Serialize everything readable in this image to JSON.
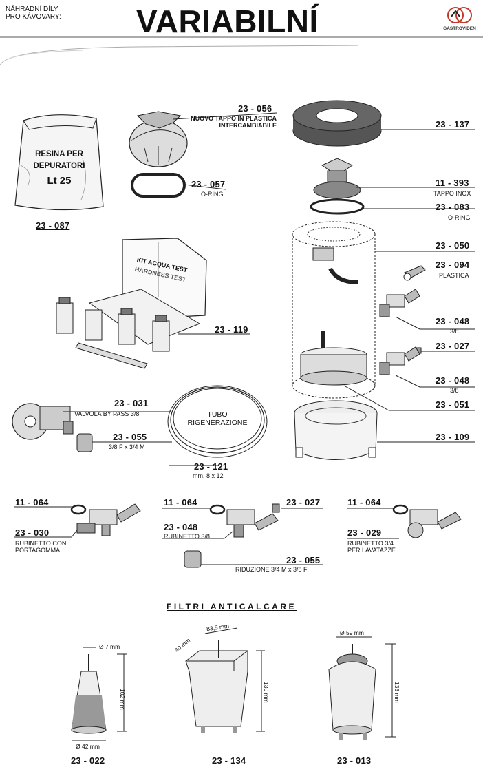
{
  "header": {
    "subtitle_line1": "NÁHRADNÍ DÍLY",
    "subtitle_line2": "PRO KÁVOVARY:",
    "title": "VARIABILNÍ",
    "logo_text": "GASTROVIDEN"
  },
  "parts": {
    "p23_056": {
      "code": "23 - 056",
      "line1": "NUOVO TAPPO IN PLASTICA",
      "line2": "INTERCAMBIABILE"
    },
    "p23_057": {
      "code": "23 - 057",
      "line1": "O-RING"
    },
    "p23_087": {
      "code": "23 - 087"
    },
    "bag": {
      "line1": "RESINA PER",
      "line2": "DEPURATORI",
      "line3": "Lt 25"
    },
    "p23_137": {
      "code": "23 - 137"
    },
    "p11_393": {
      "code": "11 - 393",
      "line1": "TAPPO INOX"
    },
    "p23_083": {
      "code": "23 - 083",
      "line1": "O-RING"
    },
    "p23_050": {
      "code": "23 - 050"
    },
    "p23_094": {
      "code": "23 - 094",
      "line1": "PLASTICA"
    },
    "p23_048a": {
      "code": "23 - 048",
      "line1": "3/8"
    },
    "p23_027a": {
      "code": "23 - 027"
    },
    "p23_048b": {
      "code": "23 - 048",
      "line1": "3/8"
    },
    "p23_051": {
      "code": "23 - 051"
    },
    "p23_109": {
      "code": "23 - 109"
    },
    "p23_119": {
      "code": "23 - 119"
    },
    "kit": {
      "line1": "KIT ACQUA TEST",
      "line2": "HARDNESS TEST"
    },
    "p23_031": {
      "code": "23 - 031",
      "line1": "VALVOLA BY PASS  3/8"
    },
    "p23_055a": {
      "code": "23 - 055",
      "line1": "3/8 F x 3/4 M"
    },
    "tube": {
      "line1": "TUBO",
      "line2": "RIGENERAZIONE"
    },
    "p23_121": {
      "code": "23 - 121",
      "line1": "mm.  8 x 12"
    },
    "p11_064a": {
      "code": "11 - 064"
    },
    "p23_030": {
      "code": "23 - 030",
      "line1": "RUBINETTO CON",
      "line2": "PORTAGOMMA"
    },
    "p11_064b": {
      "code": "11 - 064"
    },
    "p23_027b": {
      "code": "23 - 027"
    },
    "p23_048c": {
      "code": "23 - 048",
      "line1": "RUBINETTO 3/8"
    },
    "p23_055b": {
      "code": "23 - 055",
      "line1": "RIDUZIONE   3/4 M  x 3/8 F"
    },
    "p11_064c": {
      "code": "11 - 064"
    },
    "p23_029": {
      "code": "23 - 029",
      "line1": "RUBINETTO 3/4",
      "line2": "PER LAVATAZZE"
    }
  },
  "filters": {
    "title": "FILTRI  ANTICALCARE",
    "f1": {
      "code": "23 - 022",
      "top": "Ø 7 mm",
      "bottom": "Ø 42 mm",
      "height": "102 mm"
    },
    "f2": {
      "code": "23 - 134",
      "top": "83,5 mm",
      "side": "40 mm",
      "height": "130 mm"
    },
    "f3": {
      "code": "23 - 013",
      "top": "Ø 59 mm",
      "height": "133 mm"
    }
  }
}
